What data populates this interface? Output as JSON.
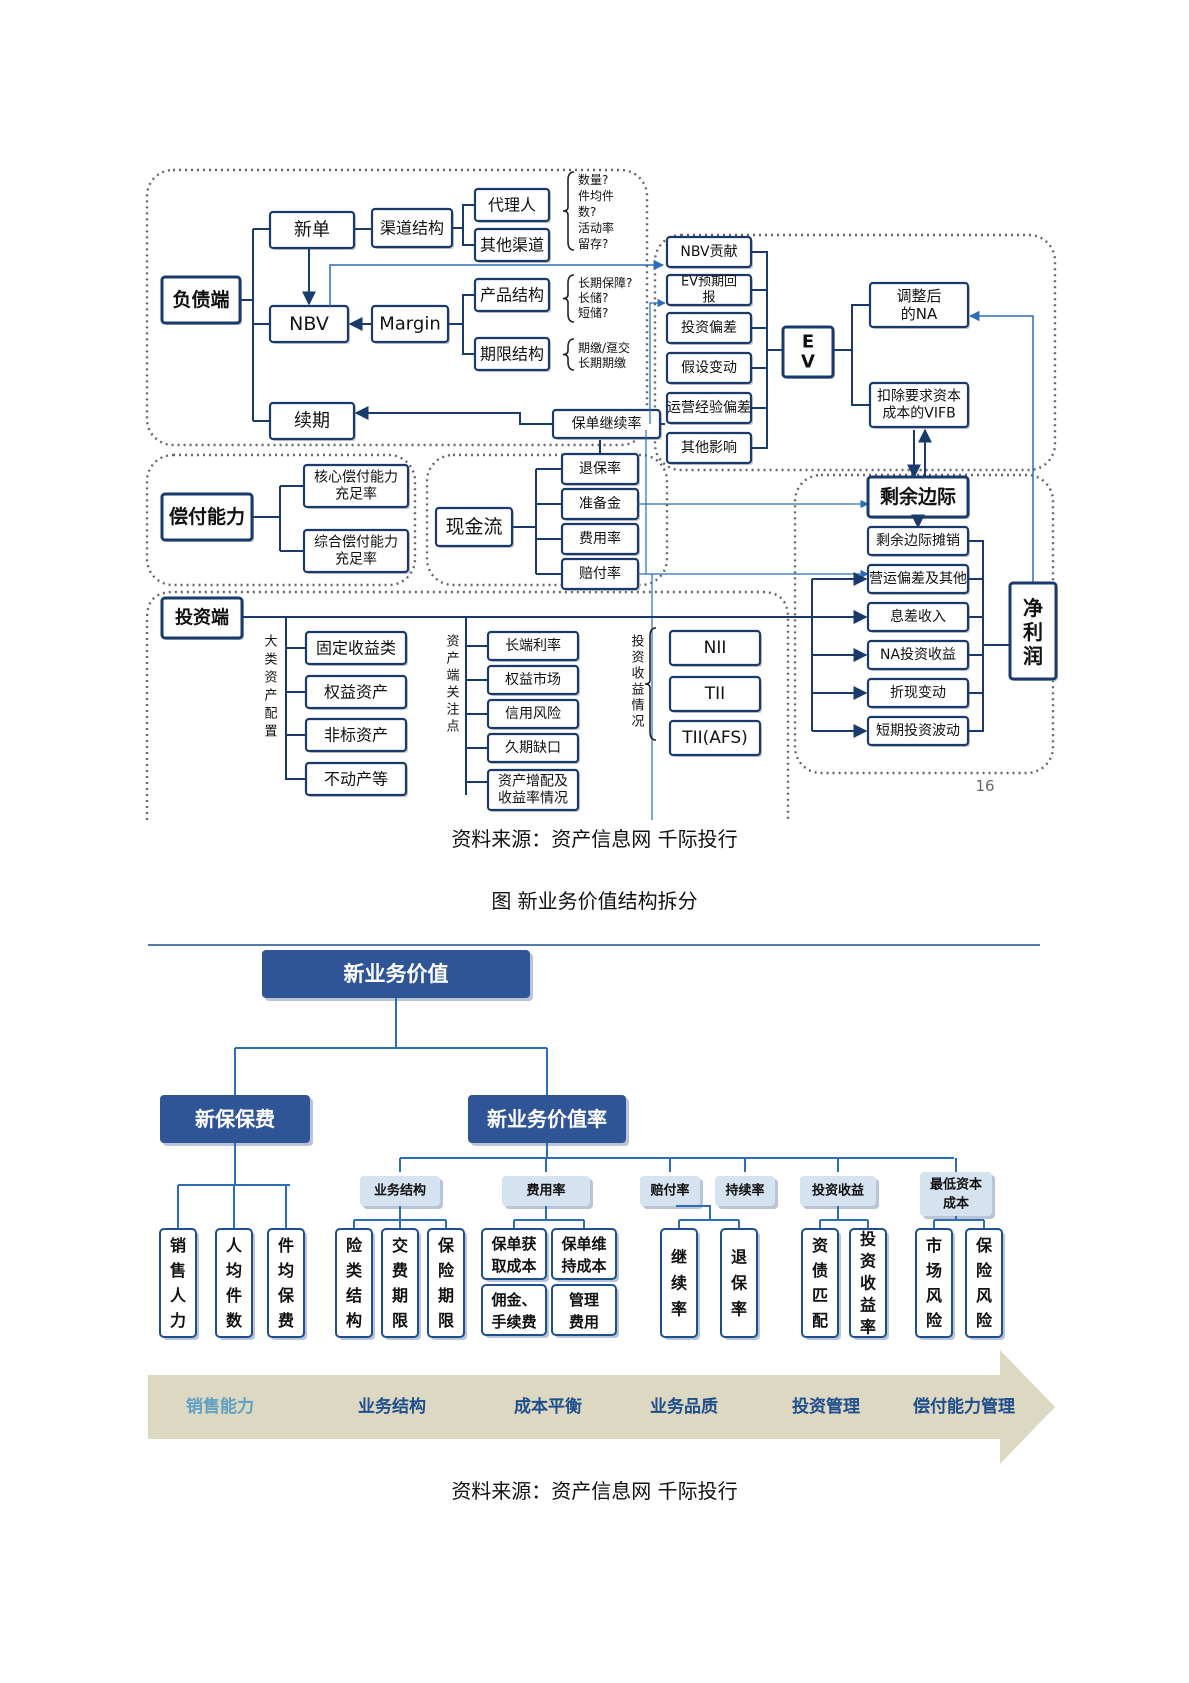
{
  "diagram1": {
    "liability": {
      "title": "负债端",
      "xindan": "新单",
      "qudao": "渠道结构",
      "dailiren": "代理人",
      "qita_qudao": "其他渠道",
      "agent_notes": [
        "数量?",
        "件均件",
        "数?",
        "活动率",
        "留存?"
      ],
      "nbv": "NBV",
      "margin": "Margin",
      "chanpin": "产品结构",
      "qixian": "期限结构",
      "product_notes": [
        "长期保障?",
        "长储?",
        "短储?"
      ],
      "term_notes": [
        "期缴/趸交",
        "长期期缴"
      ],
      "xuqi": "续期",
      "baodan_xuxu": "保单继续率"
    },
    "solvency": {
      "title": "偿付能力",
      "core": [
        "核心偿付能力",
        "充足率"
      ],
      "comp": [
        "综合偿付能力",
        "充足率"
      ]
    },
    "cashflow": {
      "title": "现金流",
      "items": [
        "退保率",
        "准备金",
        "费用率",
        "赔付率"
      ]
    },
    "ev": {
      "items": [
        "NBV贡献",
        "EV预期回报",
        "投资偏差",
        "假设变动",
        "运营经验偏差",
        "其他影响"
      ],
      "ev_letters": [
        "E",
        "V"
      ],
      "na_adj": [
        "调整后",
        "的NA"
      ],
      "vifb": [
        "扣除要求资本",
        "成本的VIFB"
      ]
    },
    "margin_block": {
      "title": "剩余边际",
      "items": [
        "剩余边际摊销",
        "营运偏差及其他",
        "息差收入",
        "NA投资收益",
        "折现变动",
        "短期投资波动"
      ],
      "net_profit": [
        "净",
        "利",
        "润"
      ]
    },
    "investment": {
      "title": "投资端",
      "alloc_label": [
        "大",
        "类",
        "资",
        "产",
        "配",
        "置"
      ],
      "alloc": [
        "固定收益类",
        "权益资产",
        "非标资产",
        "不动产等"
      ],
      "focus_label": [
        "资",
        "产",
        "端",
        "关",
        "注",
        "点"
      ],
      "focus": [
        "长端利率",
        "权益市场",
        "信用风险",
        "久期缺口",
        "资产增配及",
        "收益率情况"
      ],
      "return_label": [
        "投",
        "资",
        "收",
        "益",
        "情",
        "况"
      ],
      "returns": [
        "NII",
        "TII",
        "TII(AFS)"
      ]
    },
    "page_number": "16"
  },
  "caption1": "资料来源：资产信息网 千际投行",
  "figure_title": "图 新业务价值结构拆分",
  "diagram2": {
    "root": "新业务价值",
    "premium": "新保保费",
    "rate": "新业务价值率",
    "premium_leaves": [
      [
        "销",
        "售",
        "人",
        "力"
      ],
      [
        "人",
        "均",
        "件",
        "数"
      ],
      [
        "件",
        "均",
        "保",
        "费"
      ]
    ],
    "rate_groups": [
      "业务结构",
      "费用率",
      "赔付率",
      "持续率",
      "投资收益",
      "最低资本成本"
    ],
    "struct_leaves": [
      [
        "险",
        "类",
        "结",
        "构"
      ],
      [
        "交",
        "费",
        "期",
        "限"
      ],
      [
        "保",
        "险",
        "期",
        "限"
      ]
    ],
    "cost_leaves": [
      "保单获取成本",
      "保单维持成本",
      "佣金、手续费",
      "管理费用"
    ],
    "persist_leaves": [
      [
        "继",
        "续",
        "率"
      ],
      [
        "退",
        "保",
        "率"
      ]
    ],
    "invest_leaves": [
      [
        "资",
        "债",
        "匹",
        "配"
      ],
      [
        "投",
        "资",
        "收",
        "益",
        "率"
      ]
    ],
    "capital_leaves": [
      [
        "市",
        "场",
        "风",
        "险"
      ],
      [
        "保",
        "险",
        "风",
        "险"
      ]
    ],
    "arrow_labels": [
      "销售能力",
      "业务结构",
      "成本平衡",
      "业务品质",
      "投资管理",
      "偿付能力管理"
    ]
  },
  "caption2": "资料来源：资产信息网 千际投行",
  "colors": {
    "box_stroke": "#1a3a6b",
    "line_blue": "#2d6db5",
    "root_fill": "#2f5597",
    "group_fill": "#d5e2f0",
    "arrow_fill": "#ddd8c2",
    "arrow_text": "#1f4e8c"
  }
}
